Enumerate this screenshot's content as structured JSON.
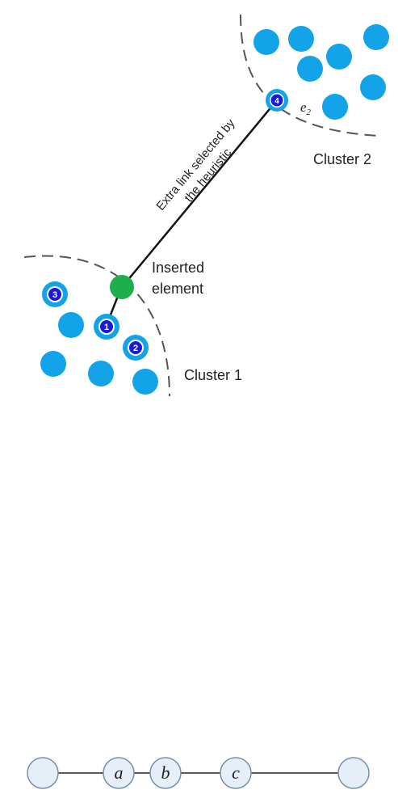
{
  "colors": {
    "node_fill": "#12a3e8",
    "inserted_fill": "#1fae4b",
    "badge_fill": "#1a1adb",
    "edge": "#111111",
    "dashed": "#555555",
    "chain_fill": "#e6eef8",
    "chain_stroke": "#7a8ea8"
  },
  "labels": {
    "cluster1": "Cluster 1",
    "cluster2": "Cluster 2",
    "inserted_line1": "Inserted",
    "inserted_line2": "element",
    "extra_line1": "Extra link selected by",
    "extra_line2": "the heuristic",
    "e2_base": "e",
    "e2_sub": "2"
  },
  "badges": [
    "1",
    "2",
    "3",
    "4"
  ],
  "chain": {
    "a": "a",
    "b": "b",
    "c": "c"
  }
}
